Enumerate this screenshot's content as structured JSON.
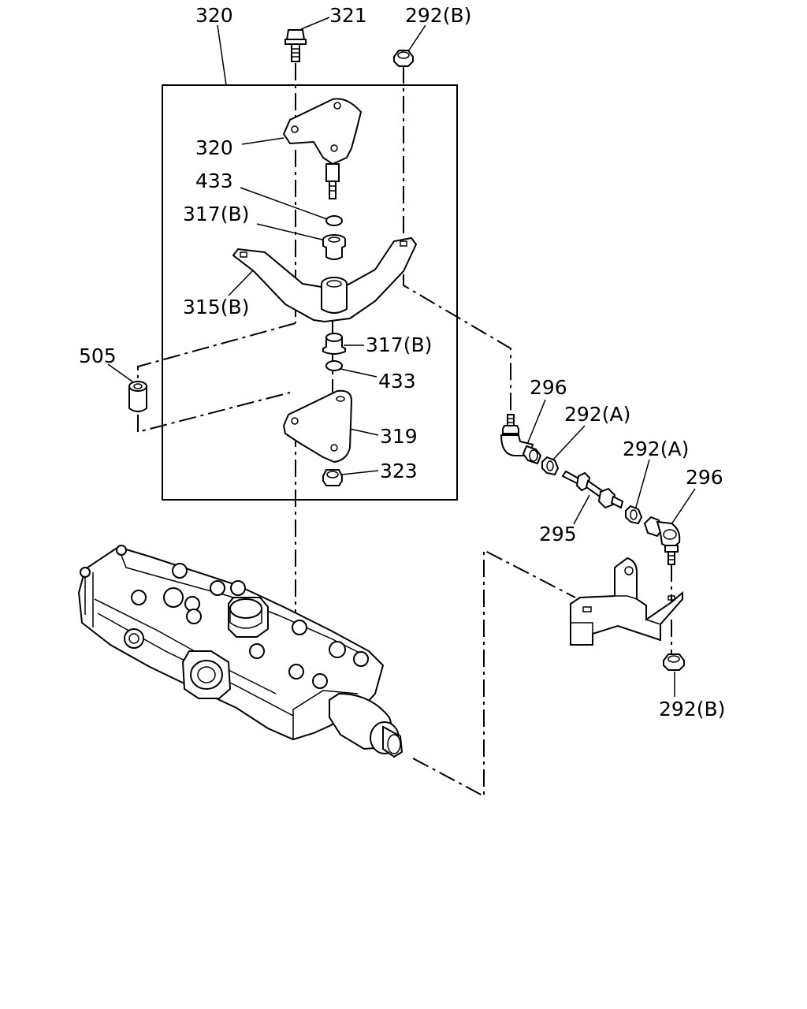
{
  "callouts": {
    "c320_top": "320",
    "c321": "321",
    "c292b_top": "292(B)",
    "c320": "320",
    "c433_upper": "433",
    "c317b_upper": "317(B)",
    "c315b": "315(B)",
    "c505": "505",
    "c317b_lower": "317(B)",
    "c433_lower": "433",
    "c319": "319",
    "c323": "323",
    "c296_left": "296",
    "c292a_left": "292(A)",
    "c292a_right": "292(A)",
    "c296_right": "296",
    "c295": "295",
    "c292b_bottom": "292(B)"
  }
}
